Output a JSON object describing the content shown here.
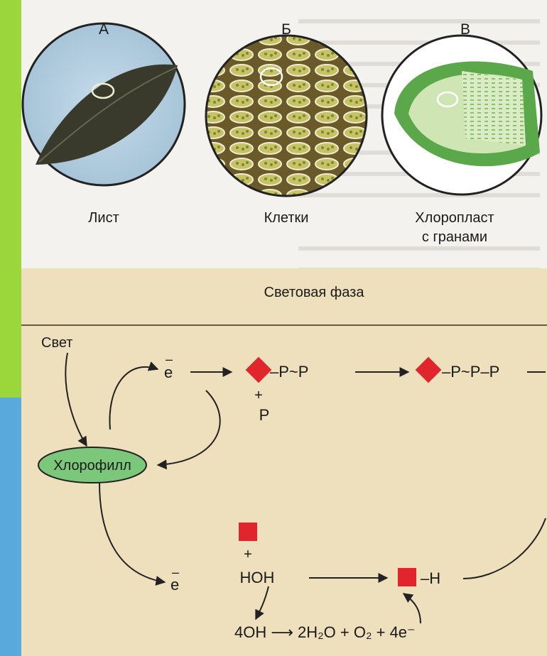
{
  "panels": {
    "a": {
      "letter": "А",
      "caption": "Лист"
    },
    "b": {
      "letter": "Б",
      "caption": "Клетки"
    },
    "c": {
      "letter": "В",
      "caption_line1": "Хлоропласт",
      "caption_line2": "с гранами"
    }
  },
  "scheme": {
    "title": "Световая фаза",
    "light": "Свет",
    "chlorophyll": "Хлорофилл",
    "electron": "e",
    "p_plus": "+",
    "p_label": "P",
    "adp_chain": "–P~P",
    "atp_chain": "–P~P–P",
    "hoh_plus": "+",
    "hoh": "HOH",
    "h_label": "–H",
    "equation": "4OH ⟶ 2H₂O + O₂ + 4e⁻"
  },
  "colors": {
    "frame_green": "#8fd13a",
    "frame_blue": "#5aa9dd",
    "page_bg": "#f4f2ee",
    "scheme_bg": "#efe0bd",
    "chlorophyll_fill": "#7cc87a",
    "red_marker": "#e0262c"
  }
}
